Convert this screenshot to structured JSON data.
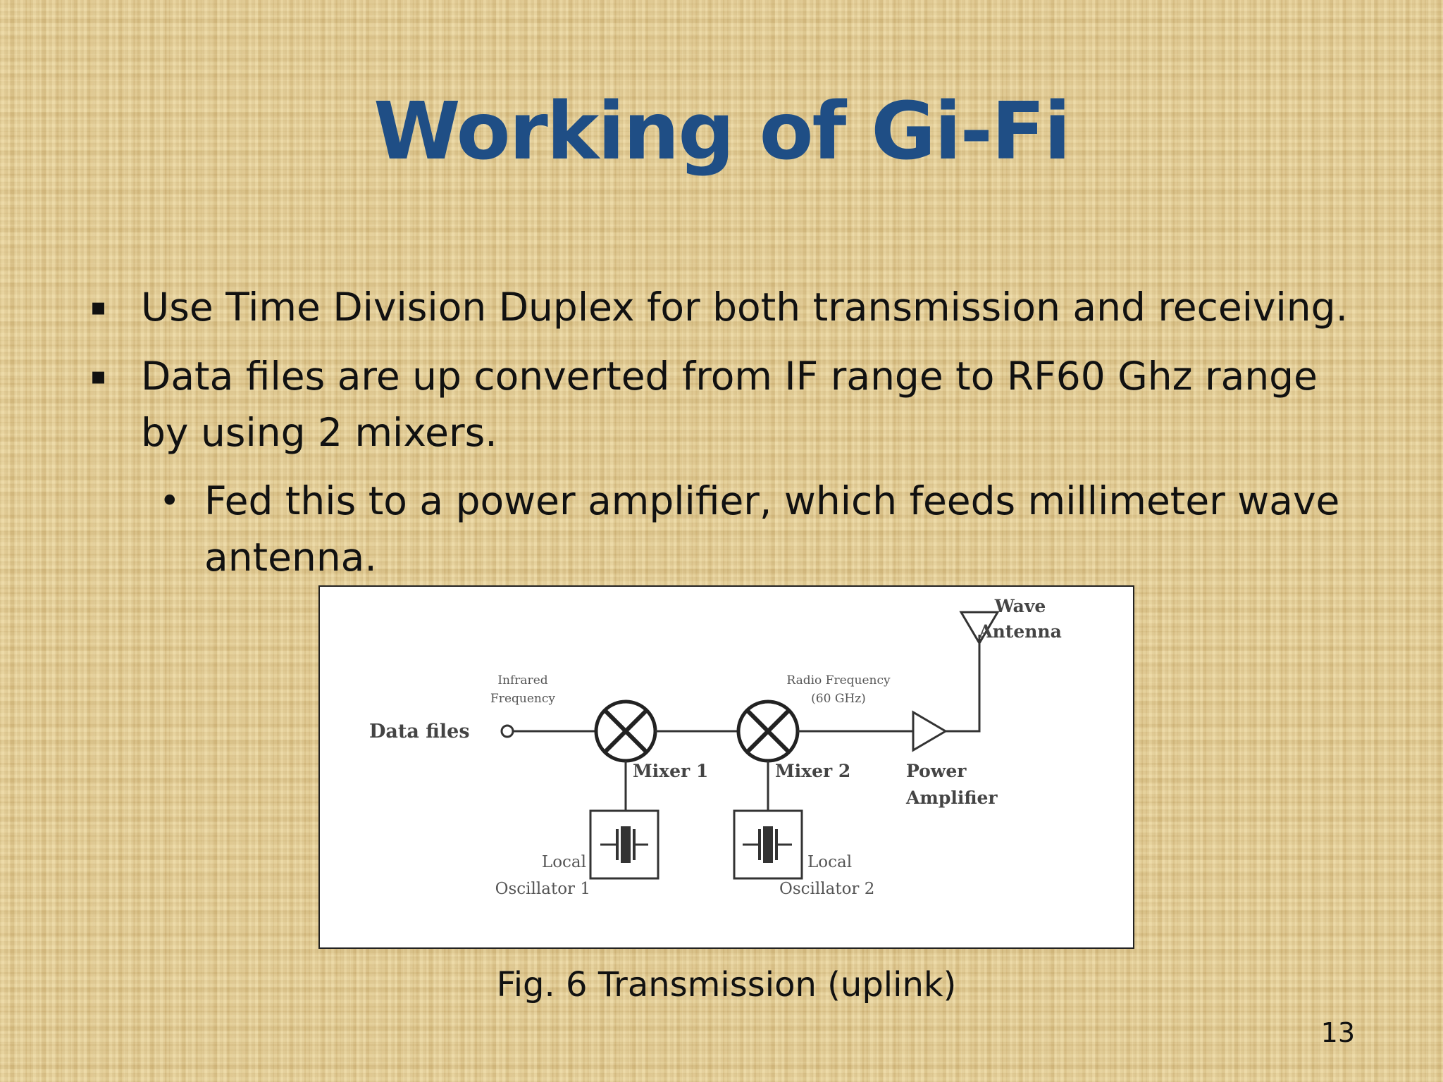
{
  "slide": {
    "title": "Working of Gi-Fi",
    "bullets": [
      "Use Time Division Duplex for both transmission and receiving.",
      "Data files are up converted from IF range to RF60 Ghz range by using 2 mixers."
    ],
    "sub_bullets": [
      "Fed this to a power amplifier, which feeds millimeter wave antenna."
    ],
    "bullet_marker": "▪",
    "sub_bullet_marker": "•",
    "caption": "Fig. 6 Transmission (uplink)",
    "page_number": "13"
  },
  "figure": {
    "data_files": "Data files",
    "infrared_line1": "Infrared",
    "infrared_line2": "Frequency",
    "radio_line1": "Radio Frequency",
    "radio_line2": "(60 GHz)",
    "mixer1": "Mixer 1",
    "mixer2": "Mixer 2",
    "power_line1": "Power",
    "power_line2": "Amplifier",
    "wave_line1": "Wave",
    "wave_line2": "Antenna",
    "lo1_line1": "Local",
    "lo1_line2": "Oscillator 1",
    "lo2_line1": "Local",
    "lo2_line2": "Oscillator 2"
  },
  "colors": {
    "title": "#1f4e85",
    "background": "#e3cd95",
    "text": "#111111"
  }
}
